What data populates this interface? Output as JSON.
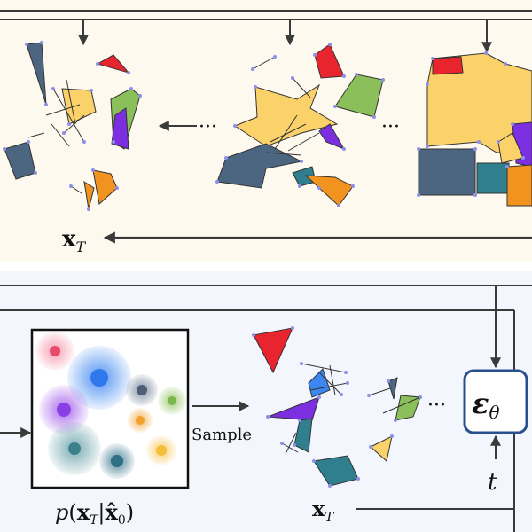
{
  "top_panel": {
    "bg": "#fdf9ef",
    "dots": "···",
    "label_xt": "xT"
  },
  "bottom_panel": {
    "bg": "#f3f7fd",
    "distribution_label": "p(xT|x̂0)",
    "sample_label": "Sample",
    "dots": "···",
    "denoiser_label": "εθ",
    "timestep_label": "t",
    "label_xt": "xT"
  },
  "colors": {
    "yellow": "#fbd26a",
    "red": "#e8242e",
    "purple": "#7c2fe0",
    "slate": "#4c6580",
    "green": "#8bbf5a",
    "orange": "#f2921f",
    "blue": "#3c86f0",
    "teal": "#2f7f8e",
    "line": "#3a3a3a",
    "vertex": "#8d8fe8",
    "denoiser_border": "#2a4f8f"
  },
  "icons": [
    "arrow-down-icon",
    "arrow-left-icon",
    "arrow-right-icon",
    "arrow-up-icon"
  ]
}
